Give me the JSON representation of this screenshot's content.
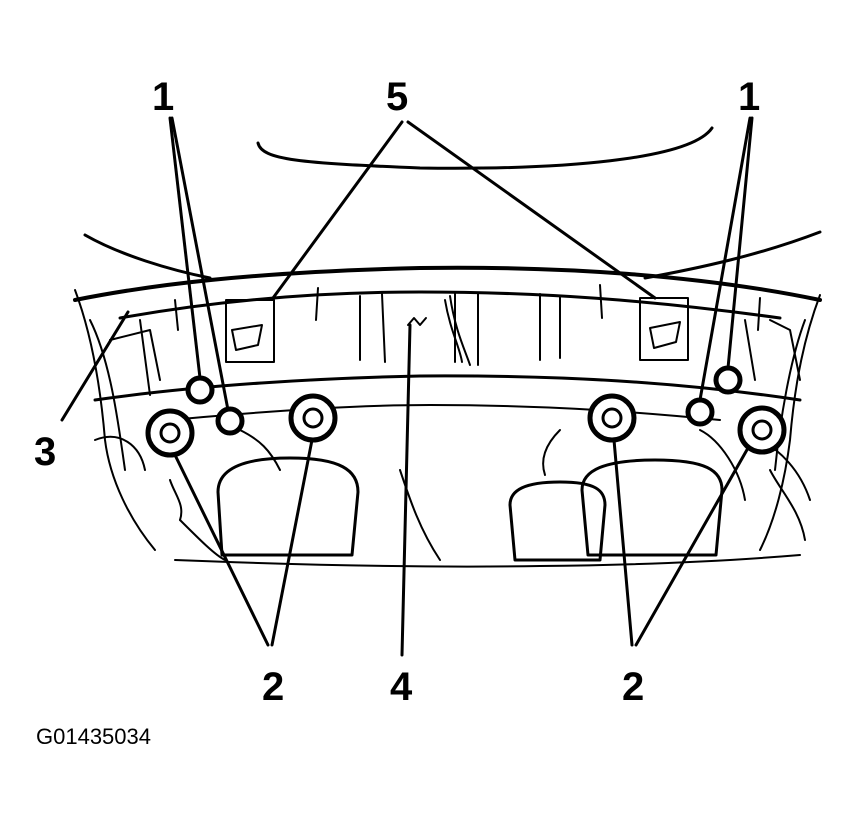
{
  "colors": {
    "ink": "#000000",
    "paper": "#ffffff"
  },
  "callouts": {
    "label_1_left": "1",
    "label_1_right": "1",
    "label_2_left": "2",
    "label_2_right": "2",
    "label_3": "3",
    "label_4": "4",
    "label_5": "5"
  },
  "figure_id": "G01435034"
}
